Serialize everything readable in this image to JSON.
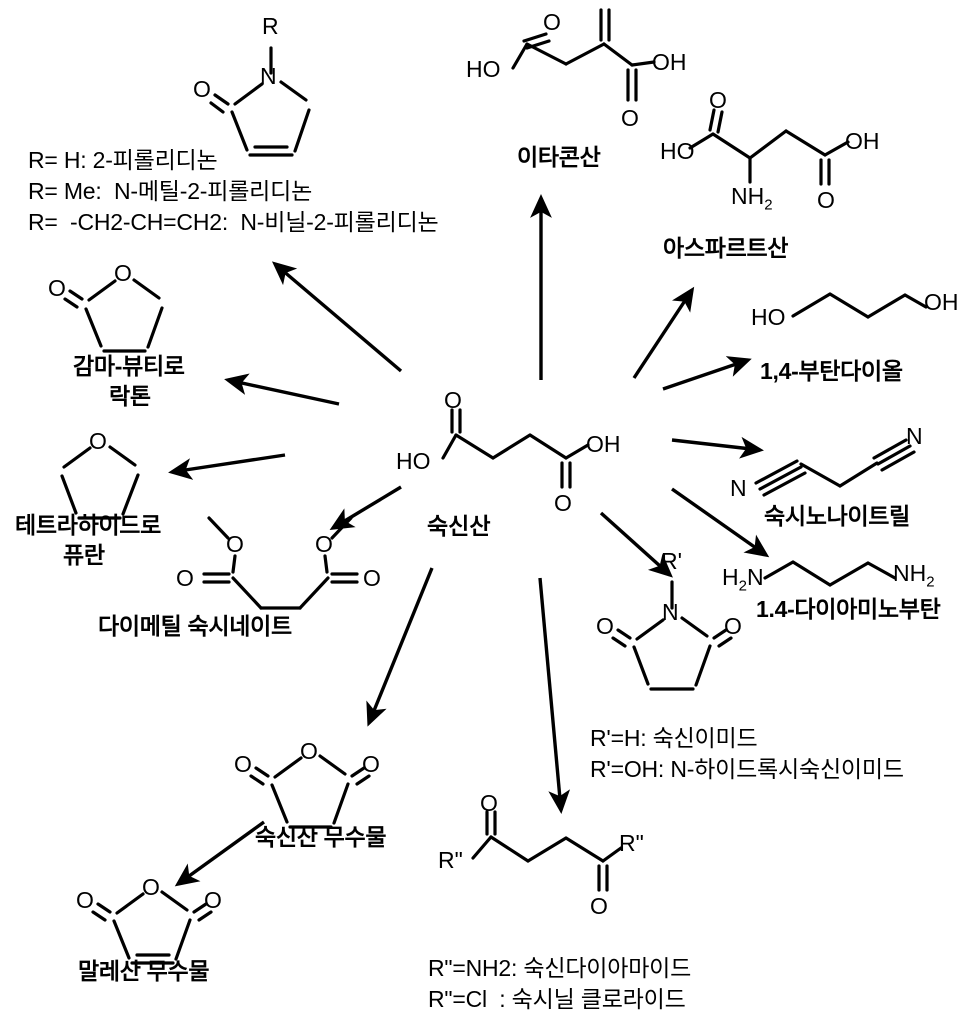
{
  "diagram": {
    "title": "Succinic acid derivatives pathway diagram",
    "center_label": "숙신산",
    "stroke_color": "#000000",
    "background_color": "#ffffff"
  },
  "atoms": {
    "O": "O",
    "OH": "OH",
    "HO": "HO",
    "N": "N",
    "R": "R",
    "R_prime": "R'",
    "R_dprime": "R\"",
    "NH2": "NH",
    "NH2_sub": "2",
    "H2N_h": "H",
    "H2N_sub": "2",
    "H2N_n": "N"
  },
  "nodes": {
    "pyrrolidinone": {
      "label": "",
      "legend": [
        "R= H: 2-피롤리디논",
        "R= Me:  N-메틸-2-피롤리디논",
        "R=  -CH2-CH=CH2:  N-비닐-2-피롤리디논"
      ],
      "r_label": "R"
    },
    "itaconic_acid": {
      "label": "이타콘산"
    },
    "aspartic_acid": {
      "label": "아스파르트산"
    },
    "butanediol": {
      "label": "1,4-부탄다이올"
    },
    "succinonitrile": {
      "label": "숙시노나이트릴"
    },
    "diaminobutane": {
      "label": "1.4-다이아미노부탄"
    },
    "succinimide": {
      "r_label": "R'",
      "legend": [
        "R'=H: 숙신이미드",
        "R'=OH: N-하이드록시숙신이미드"
      ]
    },
    "succinyl": {
      "r_label": "R\"",
      "legend": [
        "R\"=NH2: 숙신다이아마이드",
        "R\"=Cl  : 숙시닐 클로라이드"
      ]
    },
    "succinic_anhydride": {
      "label": "숙신산 무수물"
    },
    "maleic_anhydride": {
      "label": "말레산 무수물"
    },
    "dimethyl_succinate": {
      "label": "다이메틸 숙시네이트"
    },
    "thf": {
      "label_line1": "테트라하이드로",
      "label_line2": "퓨란"
    },
    "gbl": {
      "label_line1": "감마-뷰티로",
      "label_line2": "락톤"
    }
  }
}
